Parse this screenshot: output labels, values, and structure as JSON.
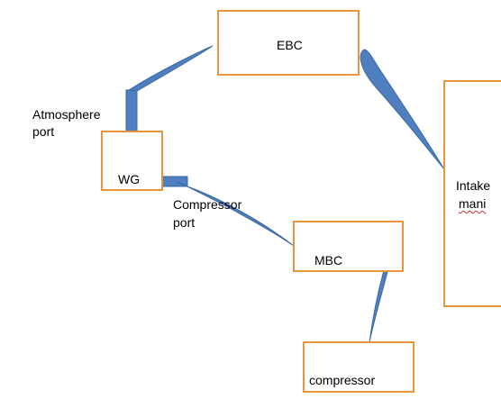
{
  "nodes": {
    "ebc": {
      "label": "EBC"
    },
    "wg": {
      "label": "WG"
    },
    "mbc": {
      "label": "MBC"
    },
    "compressor": {
      "label": "compressor"
    },
    "intake": {
      "label_line1": "Intake",
      "label_line2": "mani"
    }
  },
  "port_labels": {
    "atmosphere": {
      "line1": "Atmosphere",
      "line2": "port"
    },
    "compressor": {
      "line1": "Compressor",
      "line2": "port"
    }
  },
  "connections": [
    {
      "from": "wg",
      "to": "ebc",
      "via": "atmosphere port"
    },
    {
      "from": "ebc",
      "to": "intake"
    },
    {
      "from": "wg",
      "to": "mbc",
      "via": "compressor port"
    },
    {
      "from": "mbc",
      "to": "compressor"
    }
  ],
  "colors": {
    "box_border": "#e8953a",
    "hose_fill": "#4f7fbf",
    "hose_stroke": "#3a6aa6",
    "text": "#000000"
  }
}
